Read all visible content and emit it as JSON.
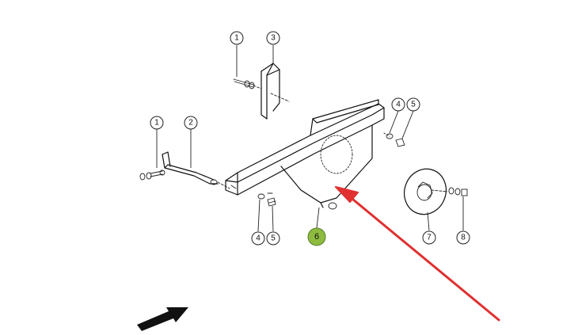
{
  "callouts": [
    {
      "id": "c1a",
      "label": "1"
    },
    {
      "id": "c3",
      "label": "3"
    },
    {
      "id": "c1b",
      "label": "1"
    },
    {
      "id": "c2",
      "label": "2"
    },
    {
      "id": "c4a",
      "label": "4"
    },
    {
      "id": "c5a",
      "label": "5"
    },
    {
      "id": "c4b",
      "label": "4"
    },
    {
      "id": "c5b",
      "label": "5"
    },
    {
      "id": "c6",
      "label": "6"
    },
    {
      "id": "c7",
      "label": "7"
    },
    {
      "id": "c8",
      "label": "8"
    }
  ],
  "colors": {
    "line": "#111111",
    "highlight": "#8dbb3f",
    "pointer_arrow": "#e03030",
    "direction_arrow": "#111111"
  },
  "icons": {
    "direction": "direction-arrow-icon",
    "pointer": "red-pointer-arrow-icon"
  }
}
